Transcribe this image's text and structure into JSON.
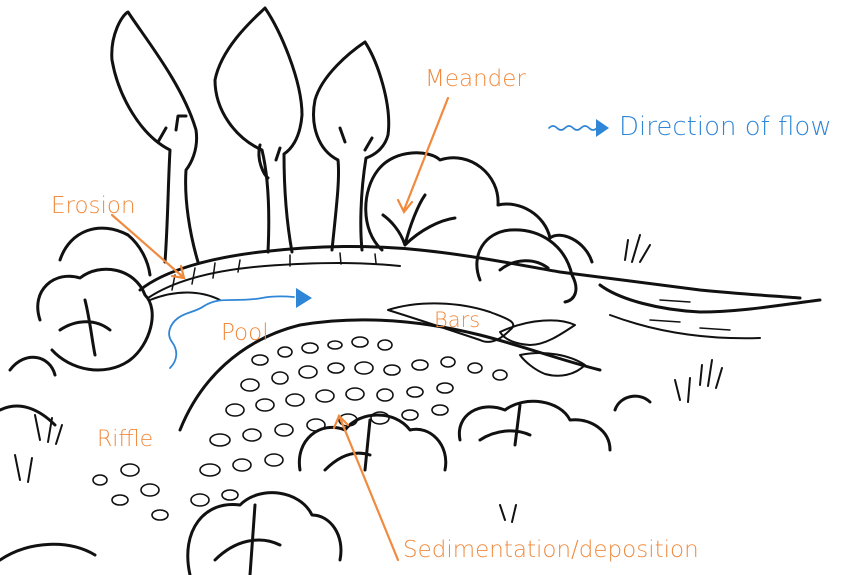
{
  "labels": {
    "meander": "Meander",
    "erosion": "Erosion",
    "pool": "Pool",
    "bars": "Bars",
    "riffle": "Riffle",
    "sedimentation": "Sedimentation/deposition"
  },
  "legend": {
    "text": "Direction of flow",
    "icon": "wavy-arrow-icon"
  },
  "colors": {
    "label": "#F08A3E",
    "flow": "#2F86D6",
    "ink": "#111111"
  }
}
